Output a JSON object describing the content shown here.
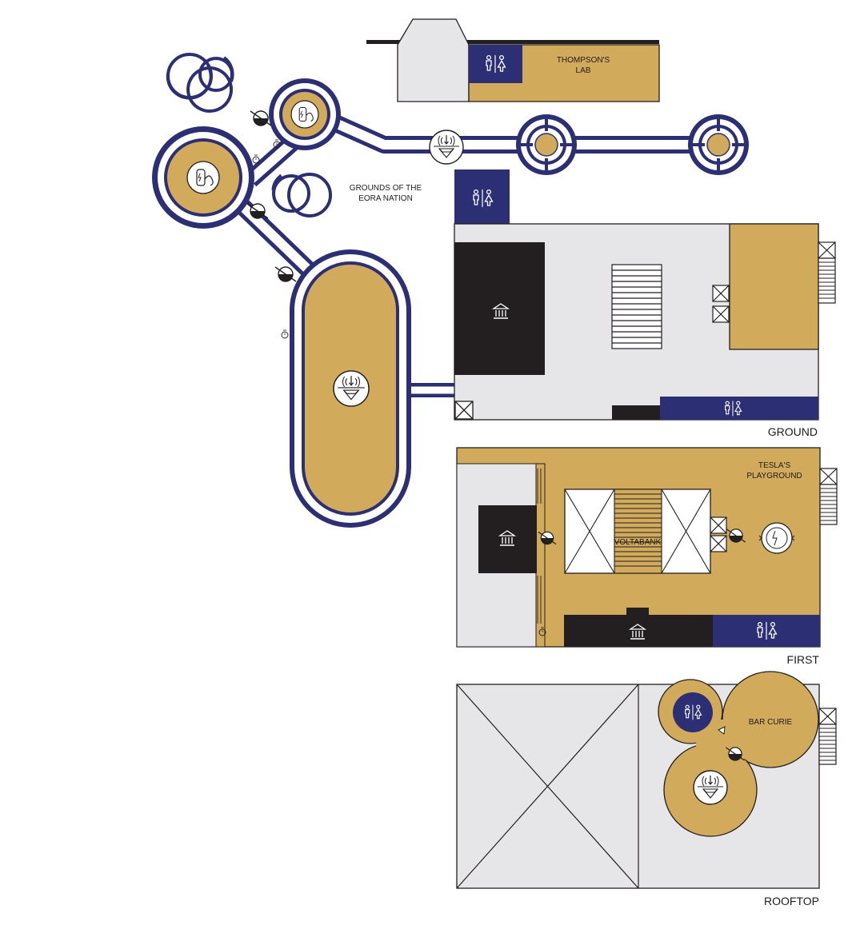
{
  "colors": {
    "navy": "#2c2f74",
    "gold": "#d1aa5b",
    "light_gray": "#e6e5e8",
    "dark": "#231f20",
    "white": "#ffffff"
  },
  "labels": {
    "thompsons_lab_line1": "THOMPSON'S",
    "thompsons_lab_line2": "LAB",
    "grounds_line1": "GROUNDS OF THE",
    "grounds_line2": "EORA NATION",
    "teslas_line1": "TESLA'S",
    "teslas_line2": "PLAYGROUND",
    "voltabank": "VOLTABANK",
    "bar_curie": "BAR CURIE"
  },
  "floors": {
    "ground": "GROUND",
    "first": "FIRST",
    "rooftop": "ROOFTOP"
  },
  "icons": [
    "restroom-icon",
    "museum-icon",
    "info-point-icon",
    "exhibit-icon",
    "turnstile-icon",
    "lift-icon",
    "stairs-icon",
    "timer-icon"
  ]
}
